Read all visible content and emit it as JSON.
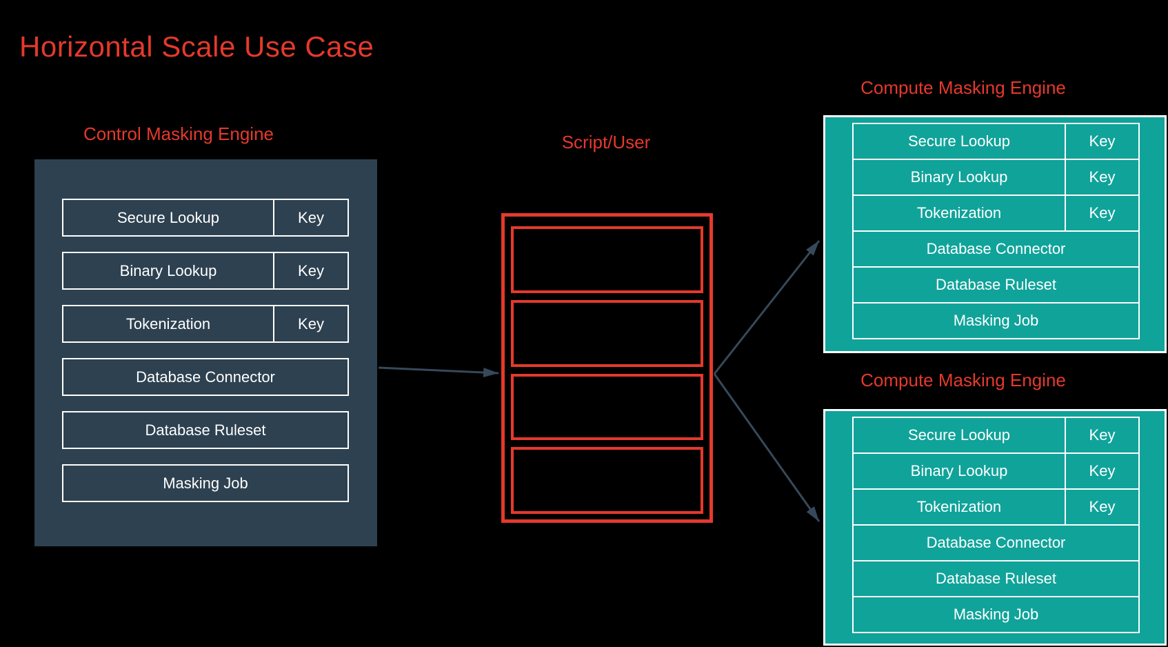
{
  "title": "Horizontal Scale Use Case",
  "colors": {
    "background": "#000000",
    "accent_red": "#E5392C",
    "slate_box": "#2E4150",
    "teal_box": "#10A39A",
    "arrow": "#36495A",
    "row_border": "#FFFFFF",
    "row_text": "#FFFFFF"
  },
  "control_engine": {
    "label": "Control Masking Engine",
    "rows": [
      {
        "name": "Secure Lookup",
        "key": "Key"
      },
      {
        "name": "Binary Lookup",
        "key": "Key"
      },
      {
        "name": "Tokenization",
        "key": "Key"
      },
      {
        "name": "Database Connector"
      },
      {
        "name": "Database Ruleset"
      },
      {
        "name": "Masking Job"
      }
    ]
  },
  "script_user": {
    "label": "Script/User",
    "slot_count": 4
  },
  "compute_engine_1": {
    "label": "Compute Masking Engine",
    "rows": [
      {
        "name": "Secure Lookup",
        "key": "Key"
      },
      {
        "name": "Binary Lookup",
        "key": "Key"
      },
      {
        "name": "Tokenization",
        "key": "Key"
      },
      {
        "name": "Database Connector"
      },
      {
        "name": "Database Ruleset"
      },
      {
        "name": "Masking Job"
      }
    ]
  },
  "compute_engine_2": {
    "label": "Compute Masking Engine",
    "rows": [
      {
        "name": "Secure Lookup",
        "key": "Key"
      },
      {
        "name": "Binary Lookup",
        "key": "Key"
      },
      {
        "name": "Tokenization",
        "key": "Key"
      },
      {
        "name": "Database Connector"
      },
      {
        "name": "Database Ruleset"
      },
      {
        "name": "Masking Job"
      }
    ]
  }
}
